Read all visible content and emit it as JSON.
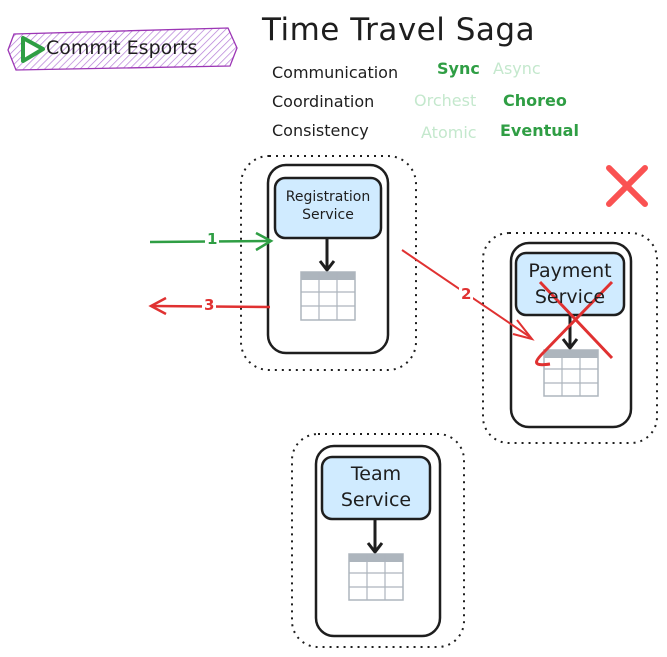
{
  "header": {
    "title": "Time Travel Saga"
  },
  "logo": {
    "text": "Commit Esports",
    "icon": "play-icon"
  },
  "dimensions": [
    {
      "label": "Communication",
      "options": [
        {
          "text": "Sync",
          "selected": true
        },
        {
          "text": "Async",
          "selected": false
        }
      ]
    },
    {
      "label": "Coordination",
      "options": [
        {
          "text": "Orchest",
          "selected": false
        },
        {
          "text": "Choreo",
          "selected": true
        }
      ]
    },
    {
      "label": "Consistency",
      "options": [
        {
          "text": "Atomic",
          "selected": false
        },
        {
          "text": "Eventual",
          "selected": true
        }
      ]
    }
  ],
  "services": {
    "registration": {
      "label_line1": "Registration",
      "label_line2": "Service"
    },
    "payment": {
      "label_line1": "Payment",
      "label_line2": "Service",
      "status": "failed"
    },
    "team": {
      "label_line1": "Team",
      "label_line2": "Service"
    }
  },
  "flow": {
    "step1": "1",
    "step2": "2",
    "step3": "3"
  },
  "colors": {
    "selected": "#2f9e44",
    "unselected": "#c4e8cd",
    "error": "#e03131",
    "service_fill": "#d0ebff",
    "logo_fill": "#e9d5ff",
    "logo_stroke": "#9c36b5"
  }
}
